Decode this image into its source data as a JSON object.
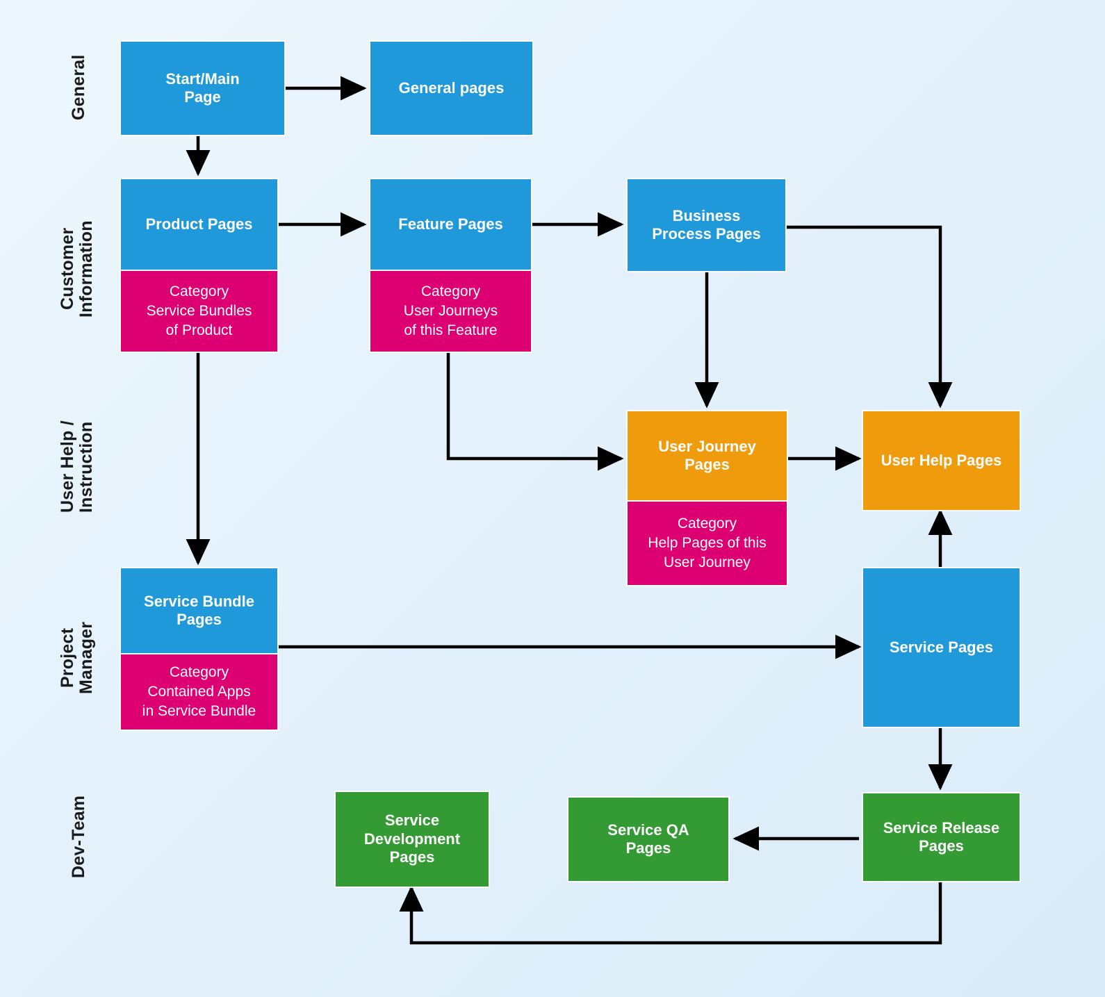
{
  "title": "Page type structure swimlane diagram",
  "colors": {
    "blue": "#2099db",
    "magenta": "#dd0073",
    "orange": "#ef9b0c",
    "green": "#349a33",
    "background_light": "#eef7fd",
    "background_dark": "#d9ecf8",
    "connector": "#000000",
    "node_text": "#ffffff",
    "lane_text": "#1a1a1a"
  },
  "lanes": [
    {
      "id": "general",
      "label": "General"
    },
    {
      "id": "customer-information",
      "label": "Customer\nInformation"
    },
    {
      "id": "user-help-instruction",
      "label": "User Help /\nInstruction"
    },
    {
      "id": "project-manager",
      "label": "Project\nManager"
    },
    {
      "id": "dev-team",
      "label": "Dev-Team"
    }
  ],
  "nodes": [
    {
      "id": "start-main-page",
      "lane": "general",
      "color": "blue",
      "title": "Start/Main\nPage"
    },
    {
      "id": "general-pages",
      "lane": "general",
      "color": "blue",
      "title": "General pages"
    },
    {
      "id": "product-pages",
      "lane": "customer-information",
      "color": "blue",
      "title": "Product Pages",
      "category": "Category\nService Bundles\nof Product"
    },
    {
      "id": "feature-pages",
      "lane": "customer-information",
      "color": "blue",
      "title": "Feature Pages",
      "category": "Category\nUser Journeys\nof this Feature"
    },
    {
      "id": "business-process-pages",
      "lane": "customer-information",
      "color": "blue",
      "title": "Business\nProcess Pages"
    },
    {
      "id": "user-journey-pages",
      "lane": "user-help-instruction",
      "color": "orange",
      "title": "User Journey\nPages",
      "category": "Category\nHelp Pages of this\nUser Journey"
    },
    {
      "id": "user-help-pages",
      "lane": "user-help-instruction",
      "color": "orange",
      "title": "User Help Pages"
    },
    {
      "id": "service-bundle-pages",
      "lane": "project-manager",
      "color": "blue",
      "title": "Service Bundle\nPages",
      "category": "Category\nContained Apps\nin Service Bundle"
    },
    {
      "id": "service-pages",
      "lane": "project-manager",
      "color": "blue",
      "title": "Service Pages"
    },
    {
      "id": "service-development-pages",
      "lane": "dev-team",
      "color": "green",
      "title": "Service\nDevelopment\nPages"
    },
    {
      "id": "service-qa-pages",
      "lane": "dev-team",
      "color": "green",
      "title": "Service QA\nPages"
    },
    {
      "id": "service-release-pages",
      "lane": "dev-team",
      "color": "green",
      "title": "Service Release\nPages"
    }
  ],
  "connectors": [
    {
      "id": "start-to-general",
      "from": "start-main-page",
      "to": "general-pages"
    },
    {
      "id": "start-to-product",
      "from": "start-main-page",
      "to": "product-pages"
    },
    {
      "id": "product-to-feature",
      "from": "product-pages",
      "to": "feature-pages"
    },
    {
      "id": "feature-to-business-process",
      "from": "feature-pages",
      "to": "business-process-pages"
    },
    {
      "id": "feature-category-to-user-journey",
      "from": "feature-pages",
      "to": "user-journey-pages"
    },
    {
      "id": "business-process-to-user-journey",
      "from": "business-process-pages",
      "to": "user-journey-pages"
    },
    {
      "id": "business-process-to-user-help",
      "from": "business-process-pages",
      "to": "user-help-pages"
    },
    {
      "id": "user-journey-to-user-help",
      "from": "user-journey-pages",
      "to": "user-help-pages"
    },
    {
      "id": "product-to-service-bundle",
      "from": "product-pages",
      "to": "service-bundle-pages"
    },
    {
      "id": "service-bundle-to-service",
      "from": "service-bundle-pages",
      "to": "service-pages"
    },
    {
      "id": "service-to-user-help",
      "from": "service-pages",
      "to": "user-help-pages"
    },
    {
      "id": "service-to-service-release",
      "from": "service-pages",
      "to": "service-release-pages"
    },
    {
      "id": "service-release-to-qa",
      "from": "service-release-pages",
      "to": "service-qa-pages"
    },
    {
      "id": "service-release-to-development",
      "from": "service-release-pages",
      "to": "service-development-pages"
    }
  ]
}
